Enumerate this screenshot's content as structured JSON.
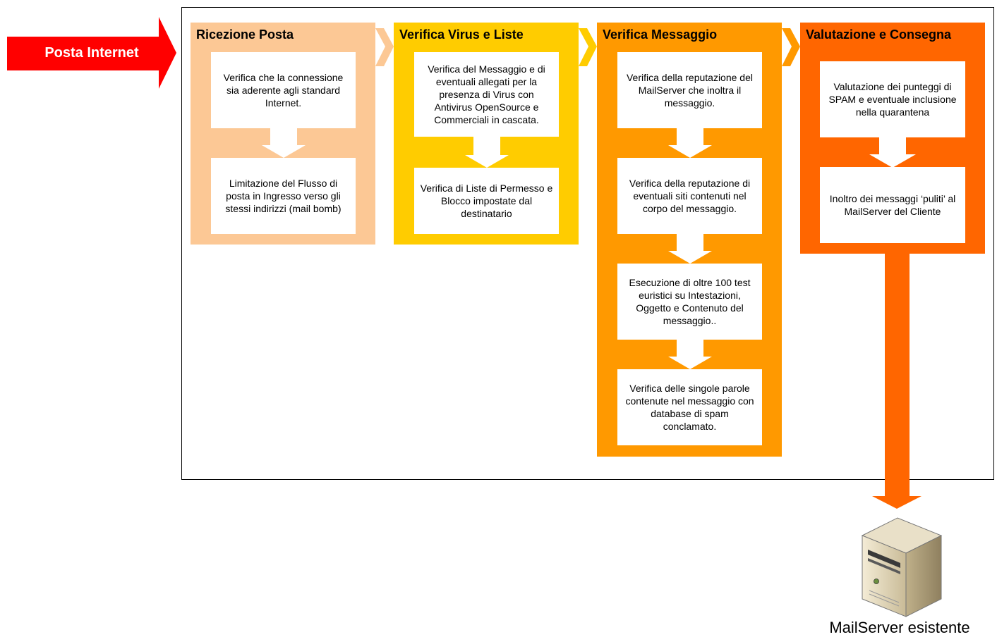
{
  "input": {
    "label": "Posta Internet"
  },
  "stages": [
    {
      "title": "Ricezione Posta",
      "steps": [
        "Verifica che la connessione sia aderente agli standard Internet.",
        "Limitazione del Flusso di posta in Ingresso verso gli stessi indirizzi (mail bomb)"
      ]
    },
    {
      "title": "Verifica Virus e Liste",
      "steps": [
        "Verifica del Messaggio e di eventuali allegati per la presenza di Virus con Antivirus OpenSource e Commerciali in cascata.",
        "Verifica di Liste di Permesso e Blocco impostate dal destinatario"
      ]
    },
    {
      "title": "Verifica Messaggio",
      "steps": [
        "Verifica della reputazione del MailServer che inoltra il messaggio.",
        "Verifica della reputazione di eventuali siti contenuti nel corpo del messaggio.",
        "Esecuzione di oltre 100 test euristici su Intestazioni, Oggetto e Contenuto del messaggio..",
        "Verifica delle singole parole contenute nel messaggio con database di spam conclamato."
      ]
    },
    {
      "title": "Valutazione e Consegna",
      "steps": [
        "Valutazione dei punteggi di SPAM e eventuale inclusione nella quarantena",
        "Inoltro dei messaggi ‘puliti’ al MailServer del Cliente"
      ]
    }
  ],
  "output": {
    "label": "MailServer esistente"
  },
  "colors": {
    "input_arrow": "#ff0000",
    "stage1": "#fcc895",
    "stage2": "#ffcc00",
    "stage3": "#ff9900",
    "stage4": "#ff6600",
    "output_arrow": "#ff6600"
  }
}
